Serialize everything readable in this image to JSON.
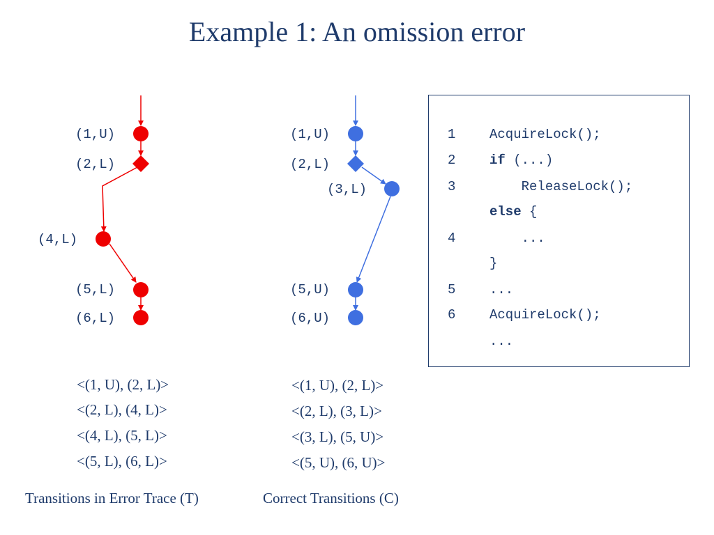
{
  "title": "Example 1: An omission error",
  "colors": {
    "error": "#ee0000",
    "correct": "#3f6fe0",
    "text": "#1f3b6b"
  },
  "error_trace": {
    "nodes": [
      {
        "id": "e1",
        "label": "(1,U)",
        "shape": "circle"
      },
      {
        "id": "e2",
        "label": "(2,L)",
        "shape": "diamond"
      },
      {
        "id": "e4",
        "label": "(4,L)",
        "shape": "circle"
      },
      {
        "id": "e5",
        "label": "(5,L)",
        "shape": "circle"
      },
      {
        "id": "e6",
        "label": "(6,L)",
        "shape": "circle"
      }
    ],
    "edges": [
      [
        "start",
        "e1"
      ],
      [
        "e1",
        "e2"
      ],
      [
        "e2",
        "e4"
      ],
      [
        "e4",
        "e5"
      ],
      [
        "e5",
        "e6"
      ]
    ],
    "transitions": [
      "<(1, U), (2, L)>",
      "<(2, L), (4, L)>",
      "<(4, L), (5, L)>",
      "<(5, L), (6, L)>"
    ],
    "caption": "Transitions in Error Trace (T)"
  },
  "correct_trace": {
    "nodes": [
      {
        "id": "c1",
        "label": "(1,U)",
        "shape": "circle"
      },
      {
        "id": "c2",
        "label": "(2,L)",
        "shape": "diamond"
      },
      {
        "id": "c3",
        "label": "(3,L)",
        "shape": "circle"
      },
      {
        "id": "c5",
        "label": "(5,U)",
        "shape": "circle"
      },
      {
        "id": "c6",
        "label": "(6,U)",
        "shape": "circle"
      }
    ],
    "edges": [
      [
        "start",
        "c1"
      ],
      [
        "c1",
        "c2"
      ],
      [
        "c2",
        "c3"
      ],
      [
        "c3",
        "c5"
      ],
      [
        "c5",
        "c6"
      ]
    ],
    "transitions": [
      "<(1, U), (2, L)>",
      "<(2, L), (3, L)>",
      "<(3, L), (5, U)>",
      "<(5, U), (6, U)>"
    ],
    "caption": "Correct Transitions (C)"
  },
  "code": [
    {
      "num": "1",
      "text": "AcquireLock();"
    },
    {
      "num": "2",
      "keyword": "if",
      "text": " (...)"
    },
    {
      "num": "3",
      "text": "    ReleaseLock();"
    },
    {
      "num": "",
      "keyword": "else",
      "text": " {"
    },
    {
      "num": "4",
      "text": "    ..."
    },
    {
      "num": "",
      "text": "}"
    },
    {
      "num": "5",
      "text": "..."
    },
    {
      "num": "6",
      "text": "AcquireLock();"
    },
    {
      "num": "",
      "text": "..."
    }
  ]
}
